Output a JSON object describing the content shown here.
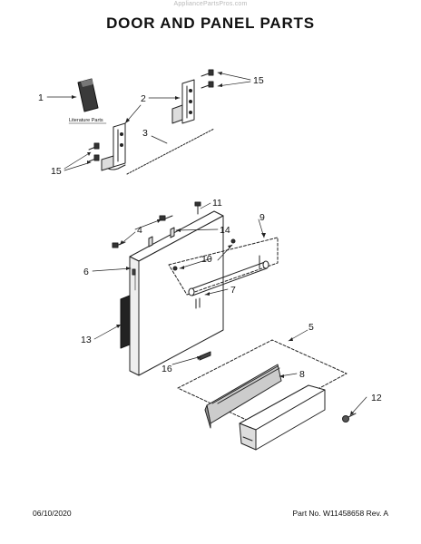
{
  "watermark": "AppliancePartsPros.com",
  "title": "DOOR AND PANEL PARTS",
  "literature_label": "Literature Parts",
  "callouts": {
    "c1": "1",
    "c2": "2",
    "c3": "3",
    "c15a": "15",
    "c15b": "15",
    "c4": "4",
    "c14": "14",
    "c11": "11",
    "c9": "9",
    "c6": "6",
    "c10": "10",
    "c7": "7",
    "c13": "13",
    "c5": "5",
    "c16": "16",
    "c8": "8",
    "c12": "12"
  },
  "footer": {
    "date": "06/10/2020",
    "part_no": "Part No. W11458658  Rev. A"
  }
}
